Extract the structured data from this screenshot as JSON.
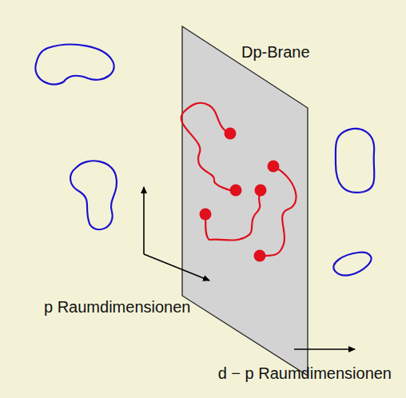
{
  "diagram": {
    "nodes": [
      {
        "text": [
          "Dp-Brane"
        ]
      }
    ],
    "labels": [
      "p Raumdimensionen",
      "d − p Raumdimensionen"
    ]
  }
}
